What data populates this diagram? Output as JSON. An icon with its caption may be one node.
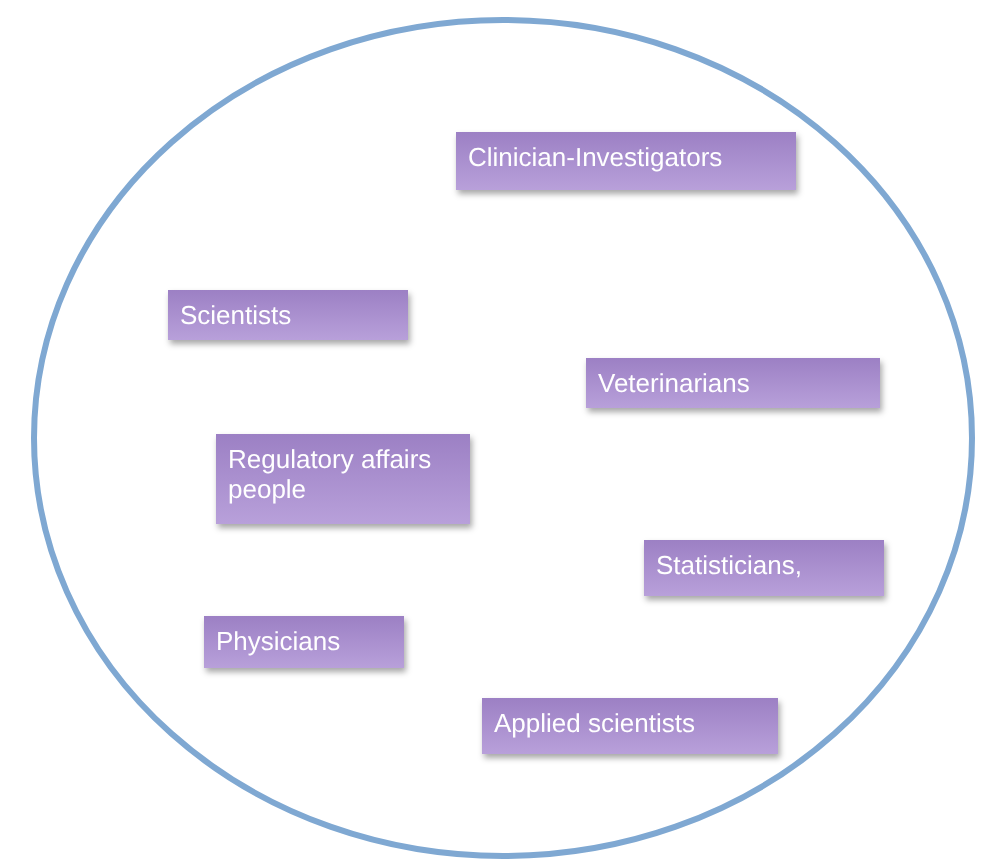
{
  "diagram": {
    "nodes": [
      {
        "text": [],
        "shape": "circle"
      },
      {
        "text": [
          "Clinician-Investigators"
        ],
        "in": 0
      },
      {
        "text": [
          "Scientists"
        ],
        "in": 0
      },
      {
        "text": [
          "Veterinarians"
        ],
        "in": 0
      },
      {
        "text": [
          "Regulatory affairs people"
        ],
        "in": 0
      },
      {
        "text": [
          "Statisticians,"
        ],
        "in": 0
      },
      {
        "text": [
          "Physicians"
        ],
        "in": 0
      },
      {
        "text": [
          "Applied scientists"
        ],
        "in": 0
      }
    ]
  }
}
